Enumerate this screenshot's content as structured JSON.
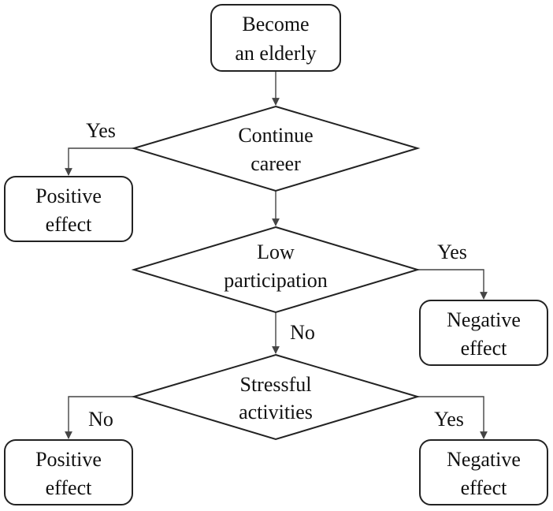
{
  "nodes": {
    "start": {
      "line1": "Become",
      "line2": "an elderly"
    },
    "continue_career": {
      "line1": "Continue",
      "line2": "career"
    },
    "positive_effect_1": {
      "line1": "Positive",
      "line2": "effect"
    },
    "low_participation": {
      "line1": "Low",
      "line2": "participation"
    },
    "negative_effect_1": {
      "line1": "Negative",
      "line2": "effect"
    },
    "stressful_activities": {
      "line1": "Stressful",
      "line2": "activities"
    },
    "positive_effect_2": {
      "line1": "Positive",
      "line2": "effect"
    },
    "negative_effect_2": {
      "line1": "Negative",
      "line2": "effect"
    }
  },
  "edges": {
    "career_yes": "Yes",
    "participation_yes": "Yes",
    "participation_no": "No",
    "stressful_no": "No",
    "stressful_yes": "Yes"
  }
}
